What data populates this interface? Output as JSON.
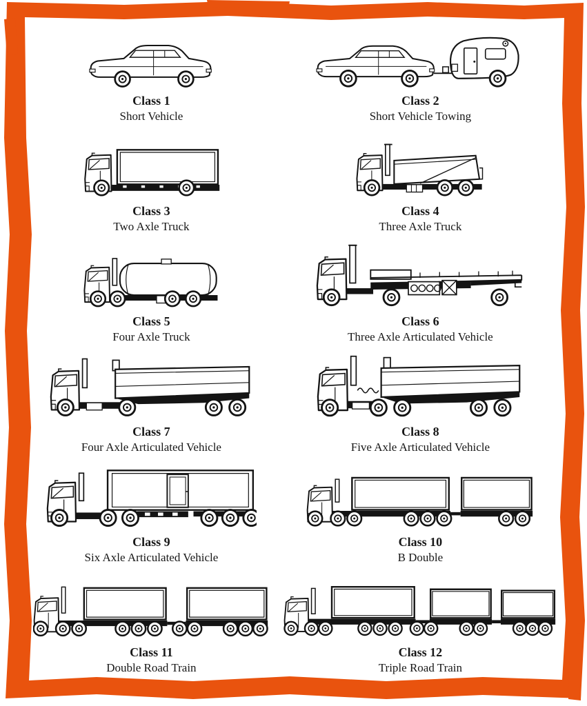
{
  "frame": {
    "border_color": "#e9530e"
  },
  "classes": [
    {
      "class_label": "Class 1",
      "description": "Short Vehicle",
      "icon": "sedan-car-illustration"
    },
    {
      "class_label": "Class 2",
      "description": "Short Vehicle Towing",
      "icon": "car-towing-caravan-illustration"
    },
    {
      "class_label": "Class 3",
      "description": "Two Axle Truck",
      "icon": "two-axle-box-truck-illustration"
    },
    {
      "class_label": "Class 4",
      "description": "Three Axle Truck",
      "icon": "three-axle-tipper-truck-illustration"
    },
    {
      "class_label": "Class 5",
      "description": "Four Axle Truck",
      "icon": "four-axle-tanker-truck-illustration"
    },
    {
      "class_label": "Class 6",
      "description": "Three Axle Articulated Vehicle",
      "icon": "three-axle-articulated-flatbed-illustration"
    },
    {
      "class_label": "Class 7",
      "description": "Four Axle Articulated Vehicle",
      "icon": "four-axle-articulated-vehicle-illustration"
    },
    {
      "class_label": "Class 8",
      "description": "Five Axle Articulated Vehicle",
      "icon": "five-axle-articulated-vehicle-illustration"
    },
    {
      "class_label": "Class 9",
      "description": "Six Axle Articulated Vehicle",
      "icon": "six-axle-articulated-vehicle-illustration"
    },
    {
      "class_label": "Class 10",
      "description": "B Double",
      "icon": "b-double-illustration"
    },
    {
      "class_label": "Class 11",
      "description": "Double Road Train",
      "icon": "double-road-train-illustration"
    },
    {
      "class_label": "Class 12",
      "description": "Triple Road Train",
      "icon": "triple-road-train-illustration"
    }
  ]
}
